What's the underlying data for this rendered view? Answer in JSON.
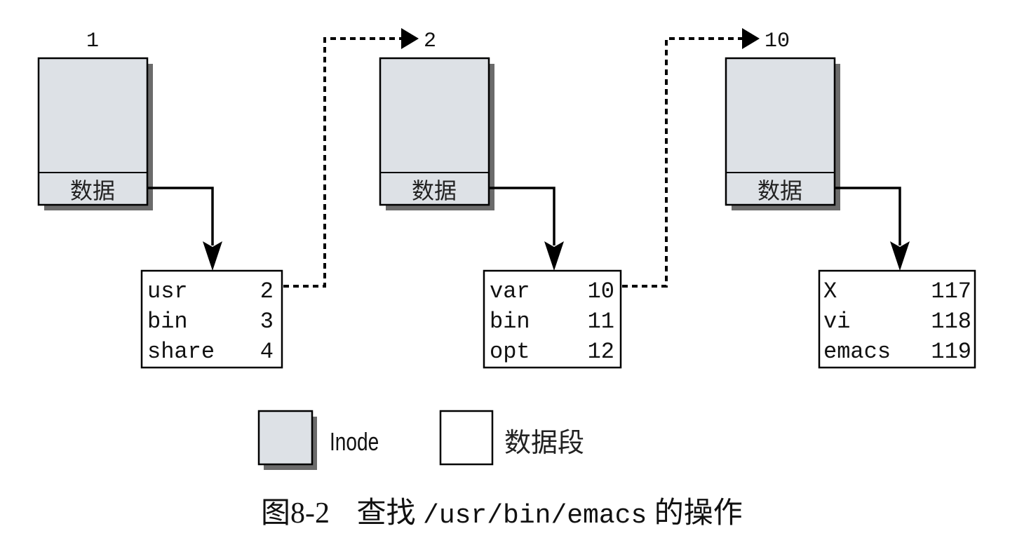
{
  "diagram": {
    "inodes": [
      {
        "number": "1",
        "data_label": "数据"
      },
      {
        "number": "2",
        "data_label": "数据"
      },
      {
        "number": "10",
        "data_label": "数据"
      }
    ],
    "data_blocks": [
      {
        "entries": [
          {
            "name": "usr",
            "inode": "2"
          },
          {
            "name": "bin",
            "inode": "3"
          },
          {
            "name": "share",
            "inode": "4"
          }
        ]
      },
      {
        "entries": [
          {
            "name": "var",
            "inode": "10"
          },
          {
            "name": "bin",
            "inode": "11"
          },
          {
            "name": "opt",
            "inode": "12"
          }
        ]
      },
      {
        "entries": [
          {
            "name": "X",
            "inode": "117"
          },
          {
            "name": "vi",
            "inode": "118"
          },
          {
            "name": "emacs",
            "inode": "119"
          }
        ]
      }
    ],
    "links": [
      {
        "from": "inode 1 data",
        "to": "data block 1",
        "style": "solid"
      },
      {
        "from": "data block 1: usr 2",
        "to": "inode 2",
        "style": "dashed"
      },
      {
        "from": "inode 2 data",
        "to": "data block 2",
        "style": "solid"
      },
      {
        "from": "data block 2: var 10",
        "to": "inode 10",
        "style": "dashed"
      },
      {
        "from": "inode 10 data",
        "to": "data block 3",
        "style": "solid"
      }
    ]
  },
  "legend": {
    "inode_label": "Inode",
    "data_block_label": "数据段"
  },
  "caption": {
    "figure_number": "图8-2",
    "prefix": "查找",
    "path": "/usr/bin/emacs",
    "suffix": "的操作"
  },
  "colors": {
    "inode_fill": "#dde1e6",
    "shadow": "#6b6b6b",
    "stroke": "#000000"
  }
}
